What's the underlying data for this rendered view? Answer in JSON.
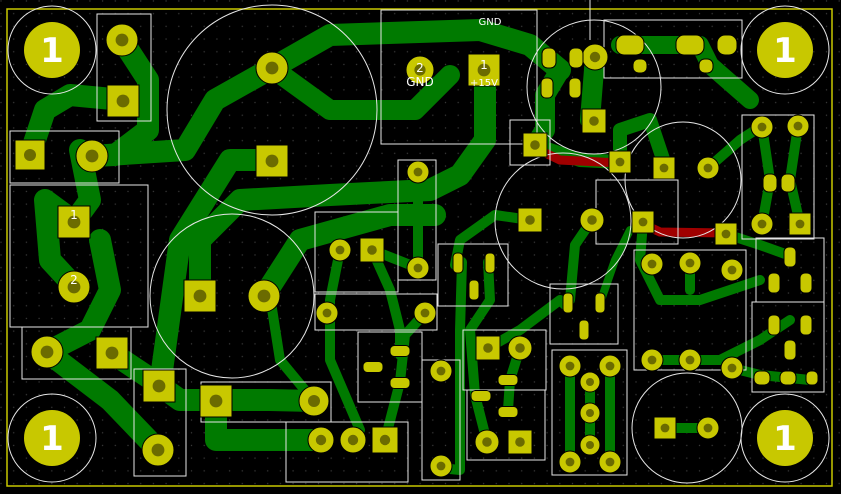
{
  "colors": {
    "background": "#000000",
    "grid_dot": "#3a3a3a",
    "edge": "#c8c800",
    "copper_top": "#007a00",
    "copper_bottom": "#a00000",
    "pad": "#c8c800",
    "pad_hole": "#5a5a00",
    "silkscreen": "#e6e6e6",
    "text": "#ffffff"
  },
  "mounting_holes": [
    {
      "label": "1"
    },
    {
      "label": "1"
    },
    {
      "label": "1"
    },
    {
      "label": "1"
    }
  ],
  "texts": {
    "gnd_net": "GND",
    "conn_pin2_num": "2",
    "conn_pin2_name": "GND",
    "conn_pin1_num": "1",
    "conn_pin1_name": "+15V",
    "cap_pin1": "1",
    "cap_pin2": "2"
  }
}
